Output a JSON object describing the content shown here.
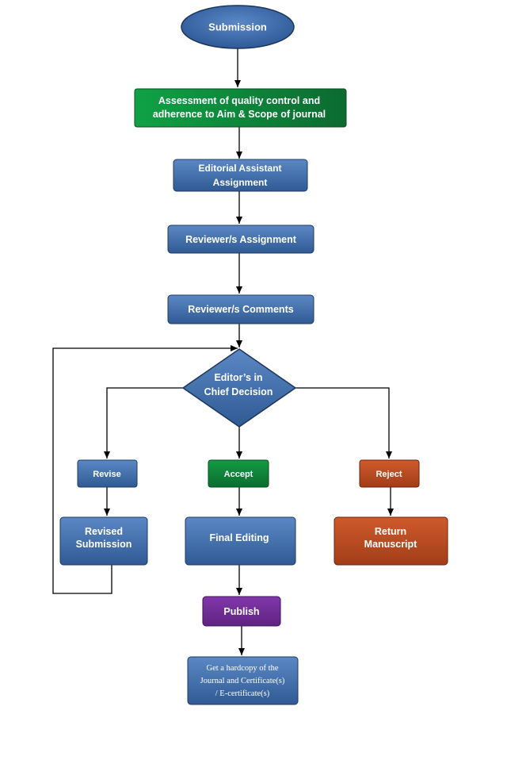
{
  "diagram": {
    "nodes": {
      "submission": {
        "label": "Submission"
      },
      "assessment": {
        "line1": "Assessment of quality  control and",
        "line2": "adherence to Aim & Scope of journal"
      },
      "editorial_assistant": {
        "line1": "Editorial Assistant",
        "line2": "Assignment"
      },
      "reviewer_assignment": {
        "label": "Reviewer/s Assignment"
      },
      "reviewer_comments": {
        "label": "Reviewer/s Comments"
      },
      "decision": {
        "line1": "Editor’s in",
        "line2": "Chief Decision"
      },
      "revise": {
        "label": "Revise"
      },
      "accept": {
        "label": "Accept"
      },
      "reject": {
        "label": "Reject"
      },
      "revised_submission": {
        "line1": "Revised",
        "line2": "Submission"
      },
      "final_editing": {
        "label": "Final Editing"
      },
      "return_manuscript": {
        "line1": "Return",
        "line2": "Manuscript"
      },
      "publish": {
        "label": "Publish"
      },
      "hardcopy": {
        "line1": "Get a hardcopy of the",
        "line2": "Journal and Certificate(s)",
        "line3": "/ E-certificate(s)"
      }
    },
    "colors": {
      "blue": "#3d6aa6",
      "blue_dark": "#23436f",
      "green": "#0e8a3c",
      "green_dark": "#0a5a28",
      "red": "#b5471f",
      "red_dark": "#7a2c10",
      "purple": "#6f2a93",
      "purple_dark": "#451a5c"
    }
  }
}
